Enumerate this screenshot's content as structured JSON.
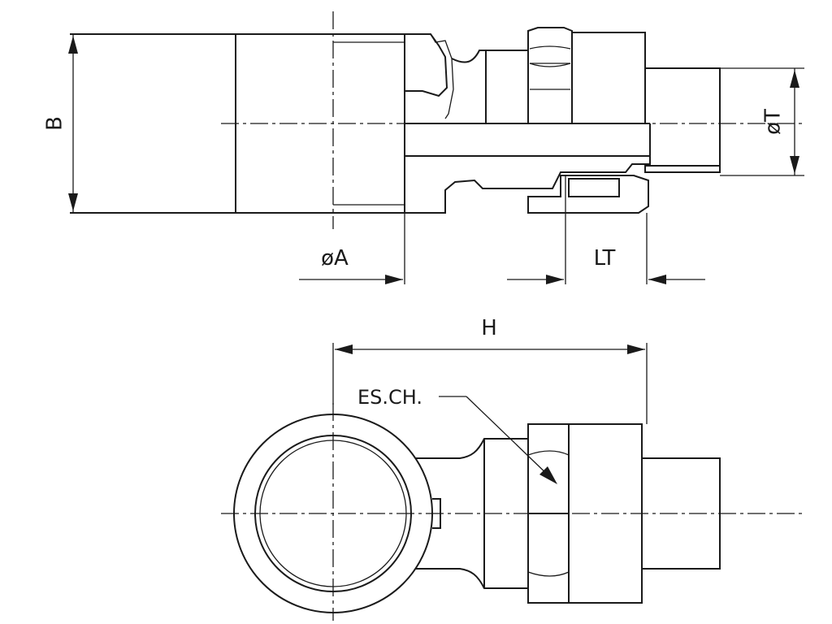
{
  "labels": {
    "b": "B",
    "oa": "øA",
    "ot": "øT",
    "lt": "LT",
    "h": "H",
    "esch": "ES.CH."
  }
}
